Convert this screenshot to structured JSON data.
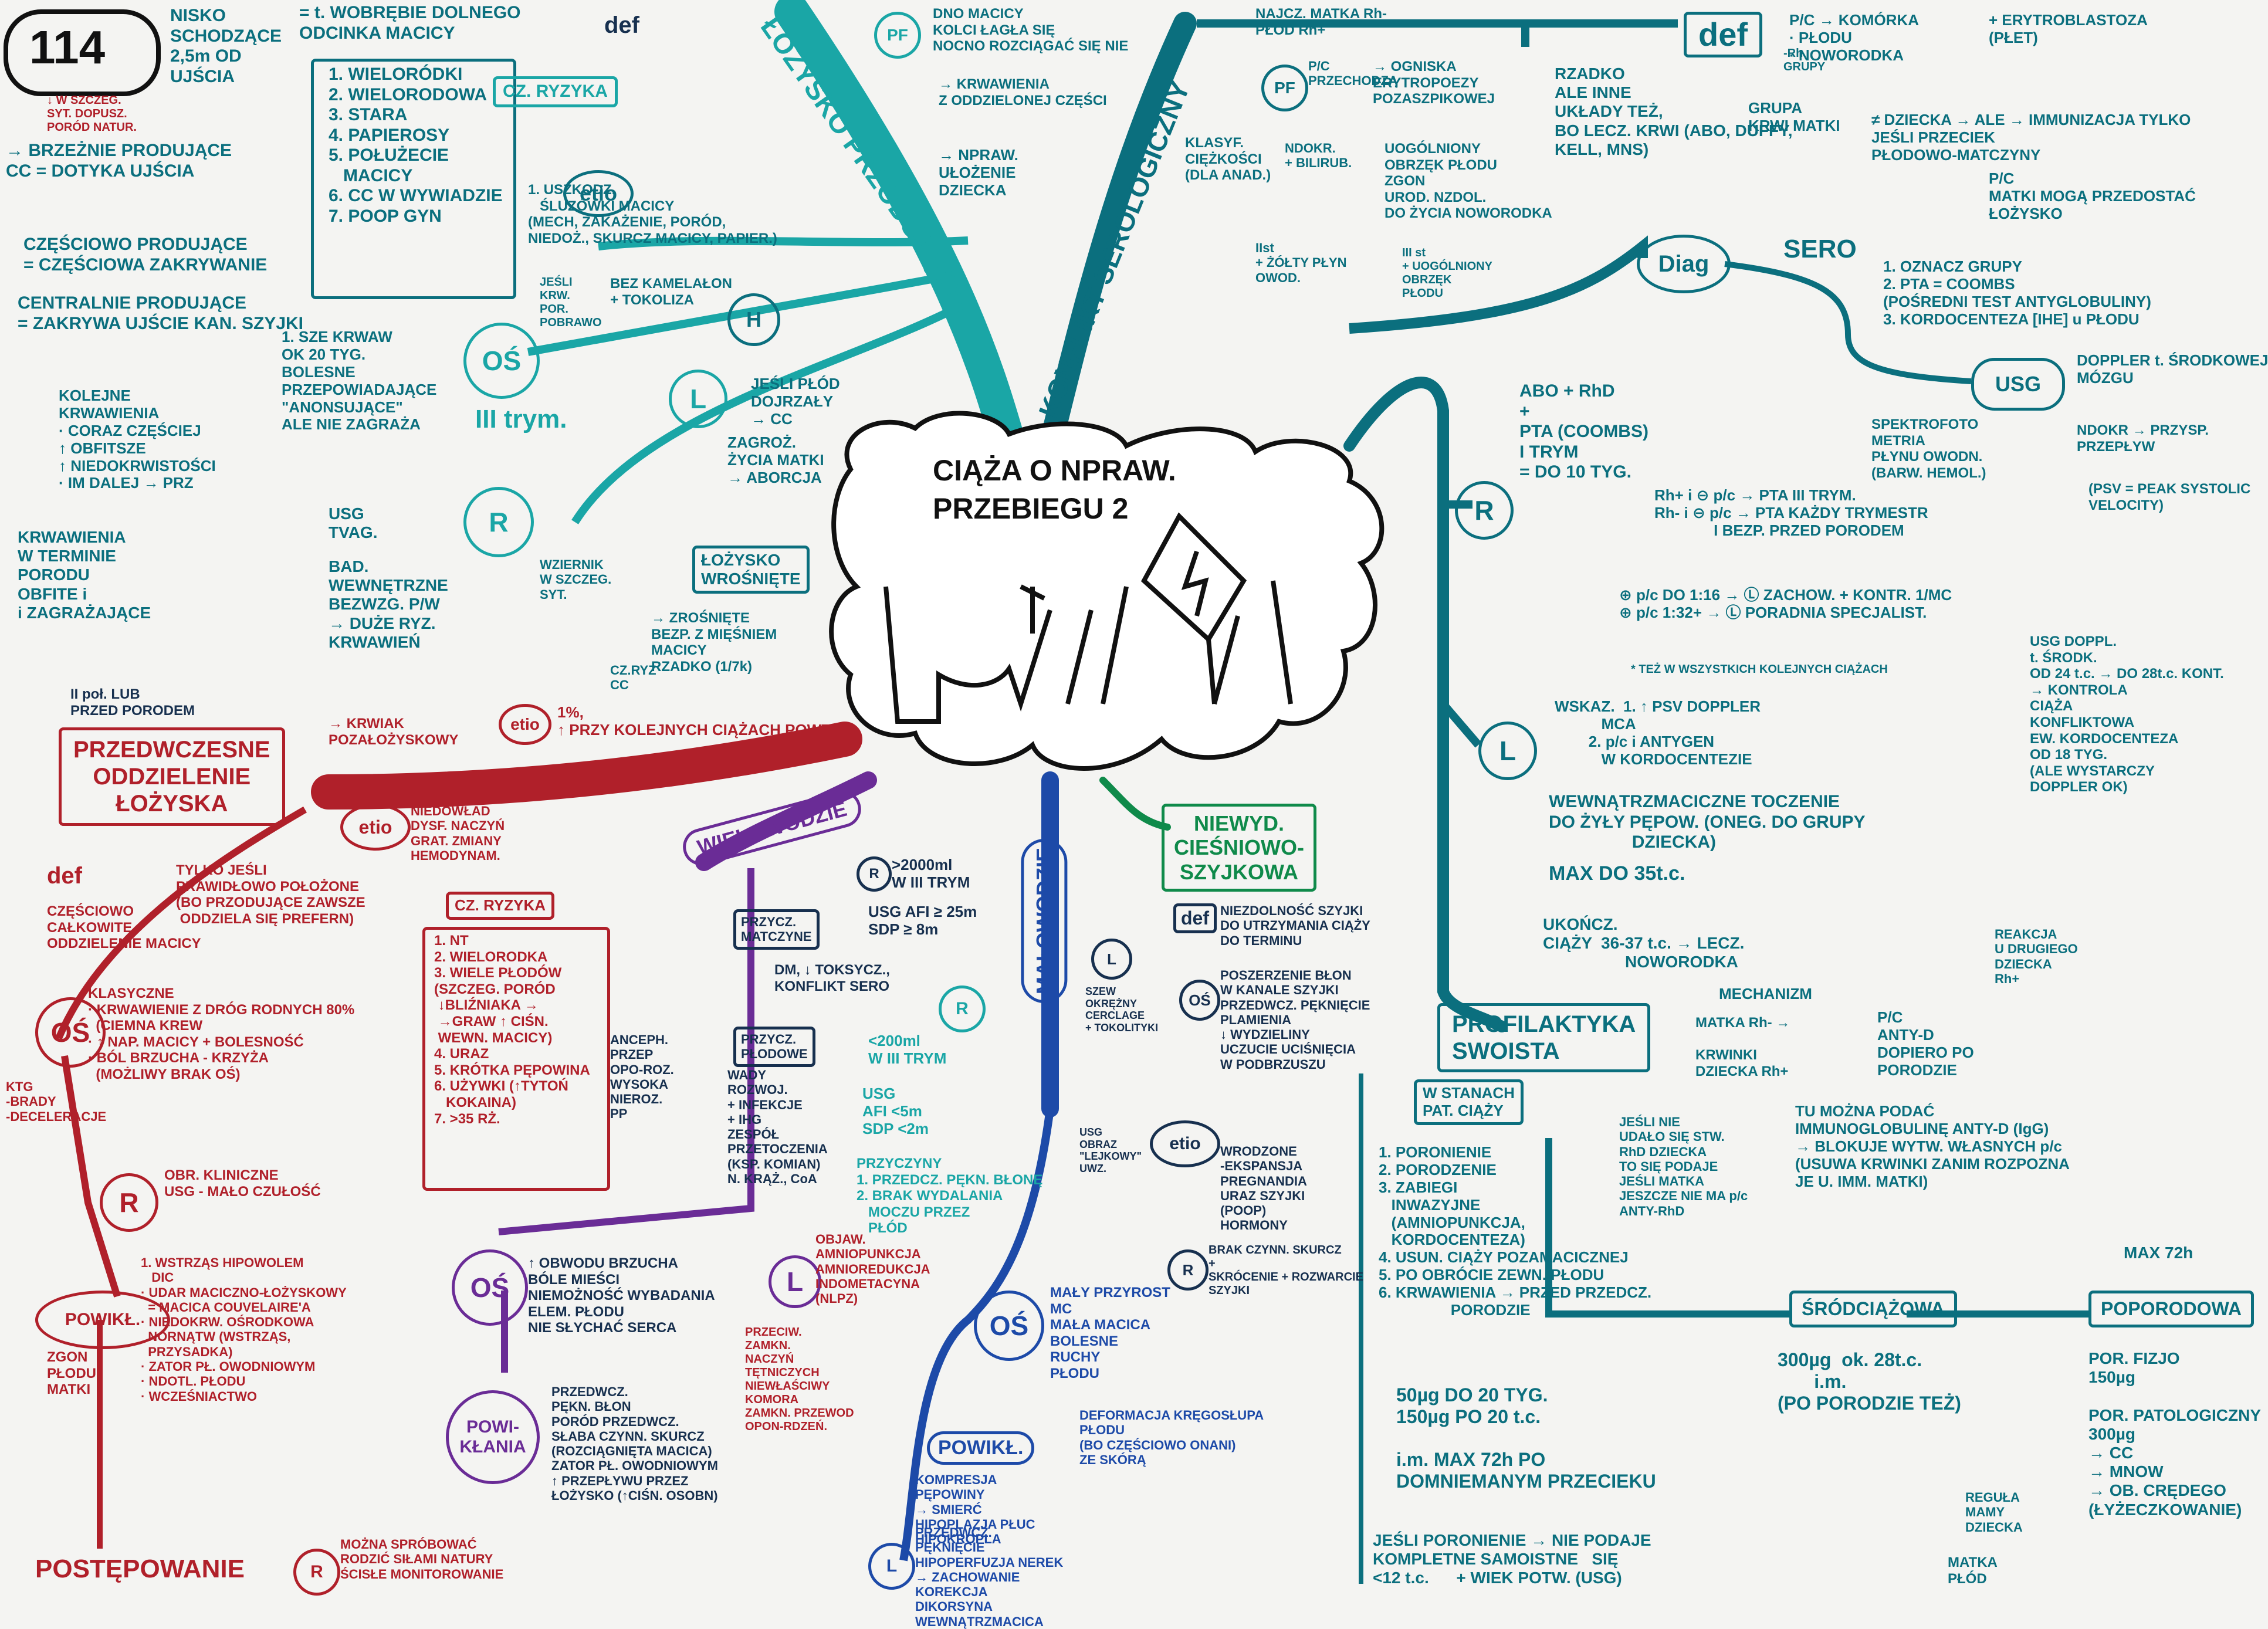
{
  "page_number": "114",
  "center": {
    "title_line1": "CIĄŻA O NPRAW.",
    "title_line2": "PRZEBIEGU 2"
  },
  "branches": {
    "lozysko_przodujace": "ŁOŻYSKO PRZODUJĄCE",
    "konflikt": "KONFLIKT SEROLOGICZNY",
    "przedwczesne": "PRZEDWCZESNE\nODDZIELENIE\nŁOŻYSKA",
    "wielowodzie": "WIELOWODZIE",
    "malowodzie": "MAŁOWODZIE",
    "niewydolnosc": "NIEWYD.\nCIEŚNIOWO-\nSZYJKOWA",
    "profilaktyka": "PROFILAKTYKA\nSWOISTA"
  },
  "nodes": {
    "def": "def",
    "etio": "etio",
    "obj": "OŚ",
    "r": "R",
    "l": "L",
    "h": "H",
    "pf": "PF",
    "diag": "Diag",
    "sero": "SERO",
    "usg": "USG",
    "cz_ryzyka": "CZ. RYZYKA",
    "powiklania": "POWIKŁ.",
    "powiklania2": "POWI-\nKŁANIA",
    "srodciazowa": "ŚRÓDCIĄŻOWA",
    "poporodowa": "POPORODOWA",
    "postepowanie": "POSTĘPOWANIE",
    "lozysko_wrosniete": "ŁOŻYSKO\nWROŚNIĘTE",
    "w_stanach": "W STANACH\nPAT. CIĄŻY"
  },
  "texts": {
    "lp_types": "NISKO\nSCHODZĄCE\n2,5m OD\nUJŚCIA",
    "lp_note": "↓ W SZCZEG.\nSYT. DOPUSZ.\nPORÓD NATUR.",
    "lp_brzezne": "→ BRZEŻNIE PRODUJĄCE\nCC = DOTYKA UJŚCIA",
    "lp_czesciowo": "CZĘŚCIOWO PRODUJĄCE\n= CZĘŚCIOWA ZAKRYWANIE",
    "lp_centralne": "CENTRALNIE PRODUJĄCE\n= ZAKRYWA UJŚCIE KAN. SZYJKI",
    "lp_def": "= t. WOBRĘBIE DOLNEGO\nODCINKA MACICY",
    "lp_risk": "1. WIELORÓDKI\n2. WIELORODOWA\n3. STARA\n4. PAPIEROSY\n5. POŁUŻECIE\n   MACICY\n6. CC W WYWIADZIE\n7. POOP GYN",
    "lp_etio": "1. USZKODZ.\n   ŚLUZÓWKI MACICY\n(MECH, ZAKAŻENIE, PORÓD,\nNIEDOŻ., SKURCZ MACICY, PAPIER.)",
    "lp_pf": "DNO MACICY\nKOLCI ŁAGŁA SIĘ\nNOCNO ROZCIĄGAĆ SIĘ NIE",
    "lp_pf2": "→ KRWAWIENIA\nZ ODDZIELONEJ CZĘŚCI",
    "lp_pf3": "→ NPRAW.\nUŁOŻENIE\nDZIECKA",
    "lp_h": "JEŚLI\nKRW.\nPOR.\nPOBRAWO",
    "lp_h2": "BEZ KAMELAŁON\n+ TOKOLIZA",
    "lp_l": "JEŚLI PŁÓD\nDOJRZAŁY\n→ CC",
    "lp_l2": "ZAGROŻ.\nŻYCIA MATKI\n→ ABORCJA",
    "lp_os": "1. SZE KRWAW\nOK 20 TYG.\nBOLESNE\nPRZEPOWIADAJĄCE\n\"ANONSUJĄCE\"\nALE NIE ZAGRAŻA",
    "lp_trym": "III trym.",
    "lp_kolejne": "KOLEJNE\nKRWAWIENIA\n· CORAZ CZĘŚCIEJ\n↑ OBFITSZE\n↑ NIEDOKRWISTOŚCI\n· IM DALEJ → PRZ",
    "lp_krwaw": "KRWAWIENIA\nW TERMINIE\nPORODU\nOBFITE i\ni ZAGRAŻAJĄCE",
    "lp_r": "USG\nTVAG.",
    "lp_r2": "BAD.\nWEWNĘTRZNE\nBEZWZG. P/W\n→ DUŻE RYZ.\nKRWAWIEŃ",
    "lp_r3": "WZIERNIK\nW SZCZEG.\nSYT.",
    "wrosniete": "→ ZROŚNIĘTE\nBEZP. Z MIĘŚNIEM\nMACICY\nRZADKO (1/7k)",
    "wrosniete_cc": "CZ.RYZ\nCC",
    "pod_top": "II poł. LUB\nPRZED PORODEM",
    "pod_krwiak": "→ KRWIAK\nPOZAŁOŻYSKOWY",
    "pod_etio_r": "1%,\n↑ PRZY KOLEJNYCH CIĄŻACH POWT.",
    "pod_etio": "NIEDOWŁAD\nDYSF. NACZYŃ\nGRAT. ZMIANY\nHEMODYNAM.",
    "pod_def": "CZĘŚCIOWO\nCAŁKOWITE\nODDZIELENIE MACICY",
    "pod_def2": "TYLKO JEŚLI\nPRAWIDŁOWO POŁOŻONE\n(BO PRZODUJĄCE ZAWSZE\n ODDZIELA SIĘ PREFERN)",
    "pod_risk": "1. NT\n2. WIELORODKA\n3. WIELE PŁODÓW\n(SZCZEG. PORÓD\n ↓BLIŹNIAKA →\n →GRAW ↑ CIŚN.\n WEWN. MACICY)\n4. URAZ\n5. KRÓTKA PĘPOWINA\n6. UŻYWKI (↑TYTOŃ\n   KOKAINA)\n7. >35 RŻ.",
    "pod_os": "KLASYCZNE\n· KRWAWIENIE Z DRÓG RODNYCH 80%\n  (CIEMNA KREW\n· ↑ NAP. MACICY + BOLESNOŚĆ\n· BÓL BRZUCHA - KRZYŻA\n  (MOŻLIWY BRAK OŚ)",
    "pod_ktg": "KTG\n-BRADY\n-DECELERACJE",
    "pod_r": "OBR. KLINICZNE\nUSG - MAŁO CZUŁOŚĆ",
    "pod_powik": "1. WSTRZĄS HIPOWOLEM\n   DIC\n· UDAR MACICZNO-ŁOŻYSKOWY\n  = MACICA COUVELAIRE'A\n· NIEDOKRW. OŚRODKOWA\n  NORNĄTW (WSTRZĄS,\n  PRZYSADKA)\n· ZATOR PŁ. OWODNIOWYM\n· NDOTL. PŁODU\n· WCZEŚNIACTWO",
    "pod_zgon": "ZGON\nPŁODU,\nMATKI",
    "pod_post": "MOŻNA SPRÓBOWAĆ\nRODZIĆ SIŁAMI NATURY\nŚCISŁE MONITOROWANIE",
    "wiel_r": ">2000ml\nW III TRYM",
    "wiel_r2": "USG AFI ≥ 25m\nSDP ≥ 8m",
    "wiel_matczyne": "PRZYCZ.\nMATCZYNE",
    "wiel_matczyne2": "DM, ↓ TOKSYCZ.,\nKONFLIKT SERO",
    "wiel_plodowe": "PRZYCZ.\nPŁODOWE",
    "wiel_plodowe2": "WADY\nROZWOJ.\n+ INFEKCJE\n+ IHG\nZESPÓŁ\nPRZETOCZENIA\n(KSP. KOMIAN)\nN. KRĄŻ., CoA",
    "wiel_ancephal": "ANCEPH.\nPRZEP\nOPO-ROZ.\nWYSOKA\nNIEROZ.\nPP",
    "wiel_os": "↑ OBWODU BRZUCHA\nBÓLE MIEŚCI\nNIEMOŻNOŚĆ WYBADANIA\nELEM. PŁODU\nNIE SŁYCHAĆ SERCA",
    "wiel_powik": "PRZEDWCZ.\nPĘKN. BŁON\nPORÓD PRZEDWCZ.\nSŁABA CZYNN. SKURCZ\n(ROZCIĄGNIĘTA MACICA)\nZATOR PŁ. OWODNIOWYM\n↑ PRZEPŁYWU PRZEZ\nŁOŻYSKO (↑CIŚN. OSOBN)",
    "wiel_l": "OBJAW.\nAMNIOPUNKCJA\nAMNIOREDUKCJA\nINDOMETACYNA\n(NLPZ)",
    "wiel_l2": "PRZECIW.\nZAMKN.\nNACZYŃ\nTĘTNICZYCH\nNIEWŁAŚCIWY\nKOMORA\nZAMKN. PRZEWOD\nOPON-RDZEŃ.",
    "mal_r": "<200ml\nW III TRYM",
    "mal_usg": "USG\nAFI <5m\nSDP <2m",
    "mal_przyczyny": "PRZYCZYNY\n1. PRZEDCZ. PĘKN. BŁONĘ\n2. BRAK WYDALANIA\n   MOCZU PRZEZ\n   PŁÓD",
    "mal_os": "MAŁY PRZYROST\nMC\nMAŁA MACICA\nBOLESNE\nRUCHY\nPŁODU",
    "mal_powik": "DEFORMACJA KRĘGOSŁUPA\nPŁODU\n(BO CZĘŚCIOWO ONANI)\nZE SKÓRĄ",
    "mal_powik2": "KOMPRESJA\nPĘPOWINY\n→ SMIERĆ\nHIPOPLAZJA PŁUC\nHIPOKROPLA",
    "mal_l": "PRZEDWCZ.\nPĘKNIĘCIE\nHIPOPERFUZJA NEREK\n→ ZACHOWANIE\nKOREKCJA\nDIKORSYNA\nWEWNĄTRZMACICA",
    "niew_def": "NIEZDOLNOŚĆ SZYJKI\nDO UTRZYMANIA CIĄŻY\nDO TERMINU",
    "niew_os": "POSZERZENIE BŁON\nW KANALE SZYJKI\nPRZEDWCZ. PĘKNIĘCIE\nPLAMIENIA\n↓ WYDZIELINY\nUCZUCIE UCIŚNIĘCIA\nW PODBRZUSZU",
    "niew_l": "SZEW\nOKRĘŻNY\nCERCLAGE\n+ TOKOLITYKI",
    "niew_usg": "USG\nOBRAZ\n\"LEJKOWY\"\nUWZ.",
    "niew_etio": "WRODZONE\n-EKSPANSJA\nPREGNANDIA\nURAZ SZYJKI\n(POOP)\nHORMONY",
    "niew_r": "BRAK CZYNN. SKURCZ\n+\nSKRÓCENIE + ROZWARCIE\nSZYJKI",
    "kon_top": "NAJCZ. MATKA Rh-\nPŁÓD Rh+",
    "kon_pf": "P/C\nPRZECHODZĄ",
    "kon_pf2": "→ OGNISKA\nERYTROPOEZY\nPOZASZPIKOWEJ",
    "kon_ciezkosci": "KLASYF.\nCIĘŻKOŚCI\n(DLA ANAD.)",
    "kon_st1": "NDOKR.\n+ BILIRUB.",
    "kon_st2": "IIst\n+ ŻÓŁTY PŁYN\nOWOD.",
    "kon_st3": "III st\n+ UOGÓLNIONY\nOBRZĘK\nPŁODU",
    "kon_uog": "UOGÓLNIONY\nOBRZĘK PŁODU\nZGON\nUROD. NZDOL.\nDO ŻYCIA NOWORODKA",
    "kon_rzadko": "RZADKO\nALE INNE\nUKŁADY TEŻ,\nBO LECZ. KRWI (ABO, DUFFY,\nKELL, MNS)",
    "kon_def": "P/C → KOMÓRKA\n· PŁODU\n· NOWORODKA",
    "kon_def2": "+ ERYTROBLASTOZA\n(PŁET)",
    "kon_rh": "-Rh\nGRUPY",
    "kon_grupa": "GRUPA\nKRWI MATKI",
    "kon_ale": "≠ DZIECKA → ALE → IMMUNIZACJA TYLKO\nJEŚLI PRZECIEK\nPŁODOWO-MATCZYNY",
    "kon_pc": "P/C\nMATKI MOGĄ PRZEDOSTAĆ\nŁOŻYSKO",
    "kon_diag": "1. OZNACZ GRUPY\n2. PTA = COOMBS\n(POŚREDNI TEST ANTYGLOBULINY)\n3. KORDOCENTEZA [IHE] u PŁODU",
    "kon_usg": "DOPPLER t. ŚRODKOWEJ\nMÓZGU",
    "kon_usg2": "SPEKTROFOTO\nMETRIA\nPŁYNU OWODN.\n(BARW. HEMOL.)",
    "kon_usg3": "NDOKR → PRZYSP.\nPRZEPŁYW",
    "kon_psv": "(PSV = PEAK SYSTOLIC\nVELOCITY)",
    "kon_r": "ABO + RhD\n+\nPTA (COOMBS)\nI TRYM\n= DO 10 TYG.",
    "kon_r2": "Rh+ i ⊖ p/c → PTA III TRYM.\nRh- i ⊖ p/c → PTA KAŻDY TRYMESTR\n              I BEZP. PRZED PORODEM",
    "kon_r3": "⊕ p/c DO 1:16 → Ⓛ ZACHOW. + KONTR. 1/MC\n⊕ p/c 1:32+ → Ⓛ PORADNIA SPECJALIST.",
    "kon_r4": "* TEŻ W WSZYSTKICH KOLEJNYCH CIĄŻACH",
    "kon_specj": "USG DOPPL.\nt. ŚRODK.\nOD 24 t.c. → DO 28t.c. KONT.\n→ KONTROLA\nCIĄŻA\nKONFLIKTOWA\nEW. KORDOCENTEZA\nOD 18 TYG.\n(ALE WYSTARCZY\nDOPPLER OK)",
    "kon_l": "WSKAZ.  1. ↑ PSV DOPPLER\n           MCA\n        2. p/c i ANTYGEN\n           W KORDOCENTEZIE",
    "kon_l2": "WEWNĄTRZMACICZNE TOCZENIE\nDO ŻYŁY PĘPOW. (ONEG. DO GRUPY\n                 DZIECKA)",
    "kon_l3": "MAX DO 35t.c.",
    "kon_l4": "UKOŃCZ.\nCIĄŻY  36-37 t.c. → LECZ.\n                  NOWORODKA",
    "prof_mech": "MECHANIZM",
    "prof_mech2": "MATKA Rh- →\n\nKRWINKI\nDZIECKA Rh+",
    "prof_mech3": "P/C\nANTY-D\nDOPIERO PO\nPORODZIE",
    "prof_mech4": "REAKCJA\nU DRUGIEGO\nDZIECKA\nRh+",
    "prof_mech5": "TU MOŻNA PODAĆ\nIMMUNOGLOBULINĘ ANTY-D (IgG)\n→ BLOKUJE WYTW. WŁASNYCH p/c\n(USUWA KRWINKI ZANIM ROZPOZNA\nJE U. IMM. MATKI)",
    "prof_jesli": "JEŚLI NIE\nUDAŁO SIĘ STW.\nRhD DZIECKA\nTO SIĘ PODAJE\nJEŚLI MATKA\nJESZCZE NIE MA p/c\nANTY-RhD",
    "prof_stany": "1. PORONIENIE\n2. PORODZENIE\n3. ZABIEGI\n   INWAZYJNE\n   (AMNIOPUNKCJA,\n   KORDOCENTEZA)\n4. USUN. CIĄŻY POZAMACICZNEJ\n5. PO OBRÓCIE ZEWN. PŁODU\n6. KRWAWIENIA → PRZED PRZEDCZ.\n                 PORODZIE",
    "prof_dawki": "50µg DO 20 TYG.\n150µg PO 20 t.c.\n\ni.m. MAX 72h PO\nDOMNIEMANYM PRZECIEKU",
    "prof_jesli2": "JEŚLI PORONIENIE → NIE PODAJE\nKOMPLETNE SAMOISTNE   SIĘ\n<12 t.c.      + WIEK POTW. (USG)",
    "prof_srod": "300µg  ok. 28t.c.\n       i.m.\n(PO PORODZIE TEŻ)",
    "prof_popo": "POR. FIZJO\n150µg\n\nPOR. PATOLOGICZNY\n300µg\n→ CC\n→ MNOW\n→ OB. CRĘDEGO\n(ŁYŻECZKOWANIE)",
    "prof_max": "MAX 72h",
    "prof_regula": "REGUŁA\nMAMY\nDZIECKA",
    "prof_matka": "MATKA\nPŁÓD"
  },
  "colors": {
    "red": "#b0202a",
    "teal": "#1aa6a6",
    "dark_teal": "#0b6f7e",
    "blue": "#1d4aa8",
    "purple": "#6a2c96",
    "green": "#0f8a4a",
    "dark": "#17304f"
  }
}
